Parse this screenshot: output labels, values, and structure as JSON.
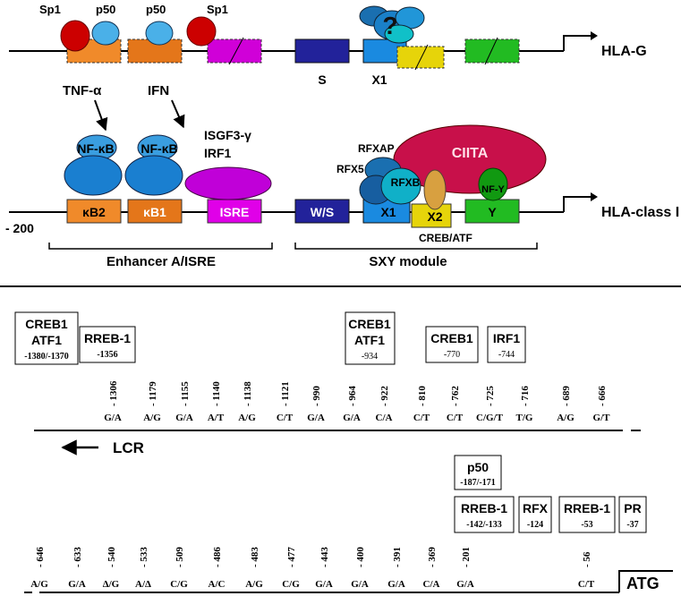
{
  "upper": {
    "hla_g": {
      "gene_label": "HLA-G",
      "factors": {
        "sp1_left": "Sp1",
        "p50_left": "p50",
        "p50_right": "p50",
        "sp1_right": "Sp1",
        "unknown": "?"
      },
      "boxes": {
        "s": "S",
        "x1": "X1"
      }
    },
    "hla_class1": {
      "gene_label": "HLA-class I",
      "position": "- 200",
      "stimuli": {
        "tnf": "TNF-α",
        "ifn": "IFN"
      },
      "factors": {
        "nfkb_left": "NF-κB",
        "nfkb_right": "NF-κB",
        "isgf3_line1": "ISGF3-γ",
        "isgf3_line2": "IRF1",
        "rfxap": "RFXAP",
        "rfx5": "RFX5",
        "rfxb": "RFXB",
        "ciita": "CIITA",
        "nfy": "NF-Y",
        "creb_atf": "CREB/ATF"
      },
      "boxes": {
        "kb2": "κB2",
        "kb1": "κB1",
        "isre": "ISRE",
        "ws": "W/S",
        "x1": "X1",
        "x2": "X2",
        "y": "Y"
      },
      "modules": {
        "enhancer": "Enhancer A/ISRE",
        "sxy": "SXY module"
      }
    },
    "colors": {
      "orange": "#f08a2a",
      "magenta": "#e000e8",
      "navy": "#22229a",
      "blue": "#1a8ae0",
      "yellow": "#e6d40a",
      "green": "#22bb22",
      "crimson": "#c8104a"
    }
  },
  "lower": {
    "row1": {
      "binding_boxes": [
        {
          "line1": "CREB1",
          "line2": "ATF1",
          "pos": "-1380/-1370"
        },
        {
          "line1": "RREB-1",
          "pos": "-1356"
        },
        {
          "line1": "CREB1",
          "line2": "ATF1",
          "pos": "-934"
        },
        {
          "line1": "CREB1",
          "pos": "-770"
        },
        {
          "line1": "IRF1",
          "pos": "-744"
        }
      ],
      "positions": [
        "- 1306",
        "- 1179",
        "- 1155",
        "- 1140",
        "- 1138",
        "- 1121",
        "- 990",
        "- 964",
        "- 922",
        "- 810",
        "- 762",
        "- 725",
        "- 716",
        "- 689",
        "- 666"
      ],
      "alleles": [
        "G/A",
        "A/G",
        "G/A",
        "A/T",
        "A/G",
        "C/T",
        "G/A",
        "G/A",
        "C/A",
        "C/T",
        "C/T",
        "C/G/T",
        "T/G",
        "A/G",
        "G/T"
      ],
      "lcr_label": "LCR"
    },
    "row2": {
      "binding_boxes": [
        {
          "line1": "p50",
          "pos": "-187/-171"
        },
        {
          "line1": "RREB-1",
          "pos": "-142/-133"
        },
        {
          "line1": "RFX",
          "pos": "-124"
        },
        {
          "line1": "RREB-1",
          "pos": "-53"
        },
        {
          "line1": "PR",
          "pos": "-37"
        }
      ],
      "positions": [
        "- 646",
        "- 633",
        "- 540",
        "- 533",
        "- 509",
        "- 486",
        "- 483",
        "- 477",
        "- 443",
        "- 400",
        "- 391",
        "- 369",
        "- 201",
        "- 56"
      ],
      "alleles": [
        "A/G",
        "G/A",
        "Δ/G",
        "A/Δ",
        "C/G",
        "A/C",
        "A/G",
        "C/G",
        "G/A",
        "G/A",
        "G/A",
        "C/A",
        "G/A",
        "C/T"
      ],
      "atg_label": "ATG"
    }
  }
}
